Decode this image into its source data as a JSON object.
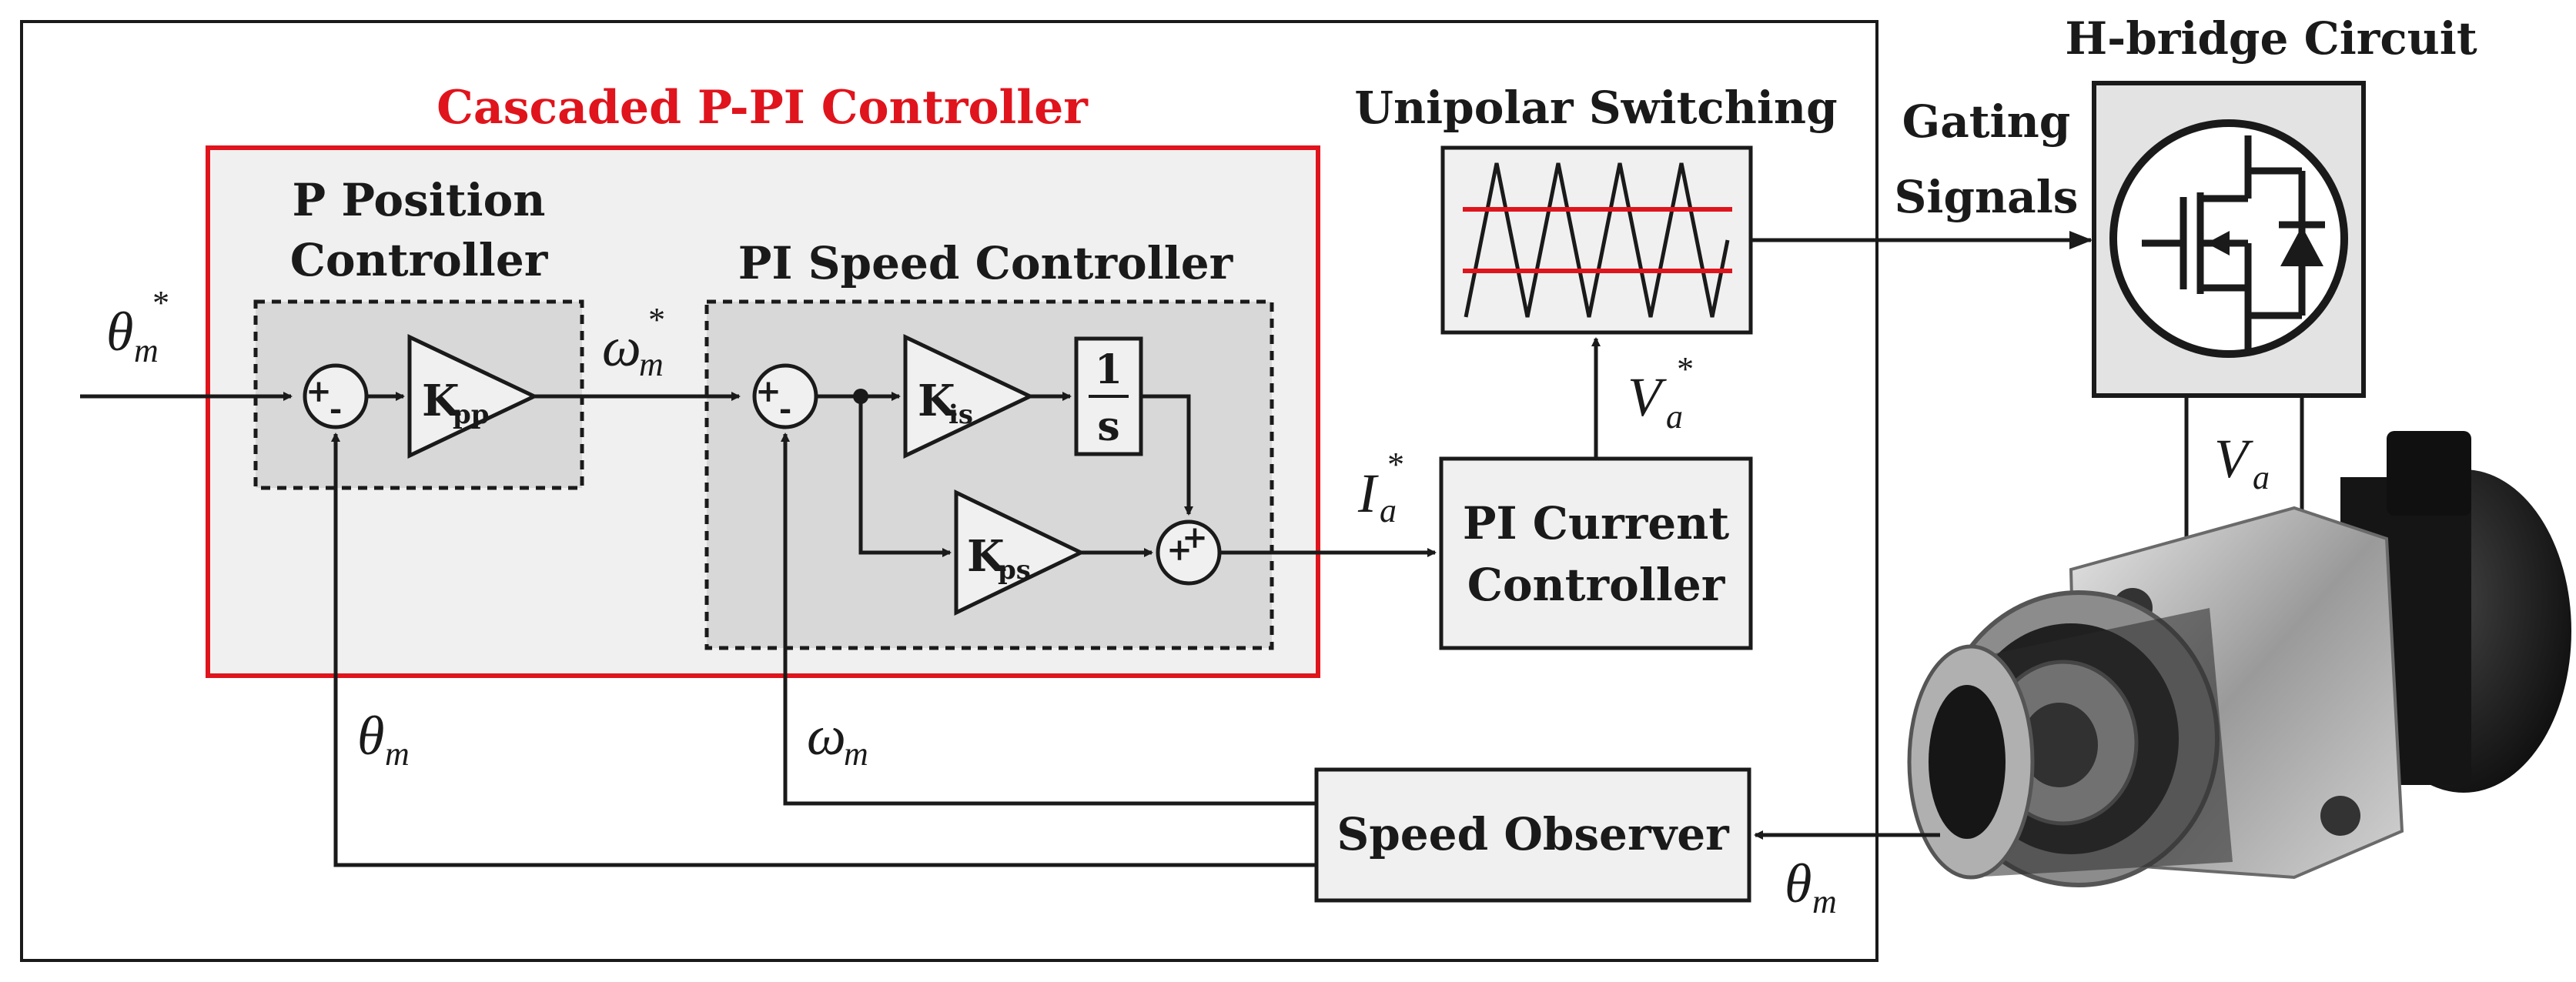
{
  "colors": {
    "frame": "#1a1a1a",
    "cascade_border": "#e0141c",
    "cascade_title": "#e0141c",
    "inner_fill": "#d8d8d8",
    "outer_fill": "#f0f0f0",
    "carrier_line": "#e0141c",
    "motor_body": "#1c1c1c",
    "motor_metal": "#b7b7b7"
  },
  "blocks": {
    "cascade_title": "Cascaded P-PI Controller",
    "p_position_line1": "P Position",
    "p_position_line2": "Controller",
    "pi_speed": "PI Speed Controller",
    "unipolar": "Unipolar Switching",
    "hbridge": "H-bridge Circuit",
    "gating_line1": "Gating",
    "gating_line2": "Signals",
    "pi_current_line1": "PI Current",
    "pi_current_line2": "Controller",
    "speed_observer": "Speed Observer"
  },
  "gains": {
    "kpp_main": "K",
    "kpp_sub": "pp",
    "kis_main": "K",
    "kis_sub": "is",
    "kps_main": "K",
    "kps_sub": "ps",
    "integrator_num": "1",
    "integrator_den": "s"
  },
  "signals": {
    "theta": "θ",
    "omega": "ω",
    "sub_m": "m",
    "star": "*",
    "I": "I",
    "V": "V",
    "sub_a": "a"
  },
  "summers": {
    "plus": "+",
    "minus": "-"
  }
}
